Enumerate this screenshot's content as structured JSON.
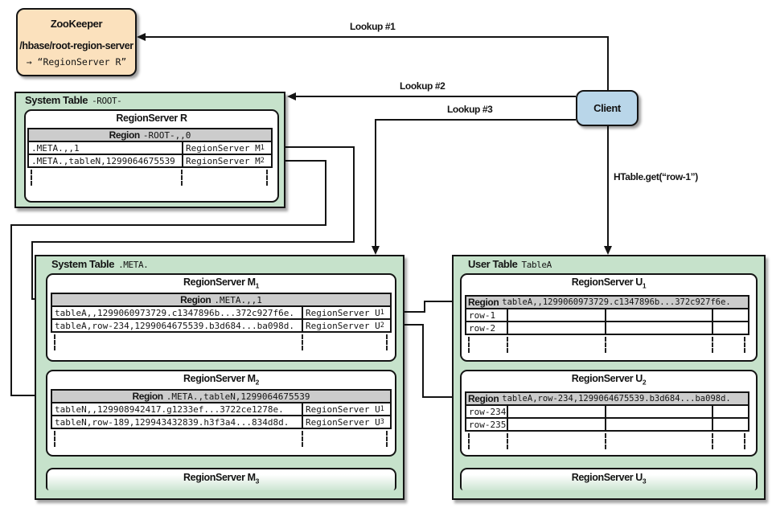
{
  "colors": {
    "green": "#c6e2cb",
    "peach": "#fbe1bd",
    "blue": "#b9d6e9",
    "header_gray": "#cccccc",
    "line": "#141414"
  },
  "zookeeper": {
    "title": "ZooKeeper",
    "znode": "/hbase/root-region-server",
    "value": "→ “RegionServer R”"
  },
  "client": {
    "label": "Client"
  },
  "arrows": {
    "lookup1": "Lookup #1",
    "lookup2": "Lookup #2",
    "lookup3": "Lookup #3",
    "htable_get": "HTable.get(“row-1”)"
  },
  "root": {
    "label_plain": "System Table",
    "label_code": "-ROOT-",
    "server_title": "RegionServer R",
    "region_label": "Region",
    "region_code": "-ROOT-,,0",
    "rows": [
      {
        "key": ".META.,,1",
        "val": "RegionServer M",
        "sub": "1"
      },
      {
        "key": ".META.,tableN,1299064675539",
        "val": "RegionServer M",
        "sub": "2"
      }
    ]
  },
  "meta": {
    "label_plain": "System Table",
    "label_code": ".META.",
    "m1": {
      "title": "RegionServer M",
      "sub": "1",
      "region_label": "Region",
      "region_code": ".META.,,1",
      "rows": [
        {
          "key": "tableA,,1299060973729.c1347896b...372c927f6e.",
          "val": "RegionServer U",
          "sub": "1"
        },
        {
          "key": "tableA,row-234,1299064675539.b3d684...ba098d.",
          "val": "RegionServer U",
          "sub": "2"
        }
      ]
    },
    "m2": {
      "title": "RegionServer M",
      "sub": "2",
      "region_label": "Region",
      "region_code": ".META.,tableN,1299064675539",
      "rows": [
        {
          "key": "tableN,,129908942417.g1233ef...3722ce1278e.",
          "val": "RegionServer U",
          "sub": "1"
        },
        {
          "key": "tableN,row-189,129943432839.h3f3a4...834d8d.",
          "val": "RegionServer U",
          "sub": "3"
        }
      ]
    },
    "m3": {
      "title": "RegionServer M",
      "sub": "3"
    }
  },
  "user": {
    "label_plain": "User Table",
    "label_code": "TableA",
    "u1": {
      "title": "RegionServer U",
      "sub": "1",
      "region_label": "Region",
      "region_code": "tableA,,1299060973729.c1347896b...372c927f6e.",
      "rows": [
        "row-1",
        "row-2"
      ]
    },
    "u2": {
      "title": "RegionServer U",
      "sub": "2",
      "region_label": "Region",
      "region_code": "tableA,row-234,1299064675539.b3d684...ba098d.",
      "rows": [
        "row-234",
        "row-235"
      ]
    },
    "u3": {
      "title": "RegionServer U",
      "sub": "3"
    }
  }
}
